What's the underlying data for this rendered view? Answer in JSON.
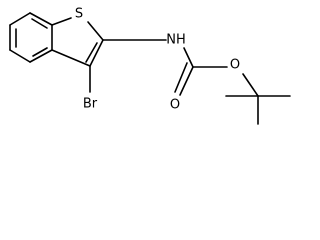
{
  "structure": {
    "atom_labels": {
      "sulfur": "S",
      "amide_nitrogen": "NH",
      "bromine": "Br",
      "carbonyl_oxygen": "O",
      "ether_oxygen": "O"
    }
  }
}
